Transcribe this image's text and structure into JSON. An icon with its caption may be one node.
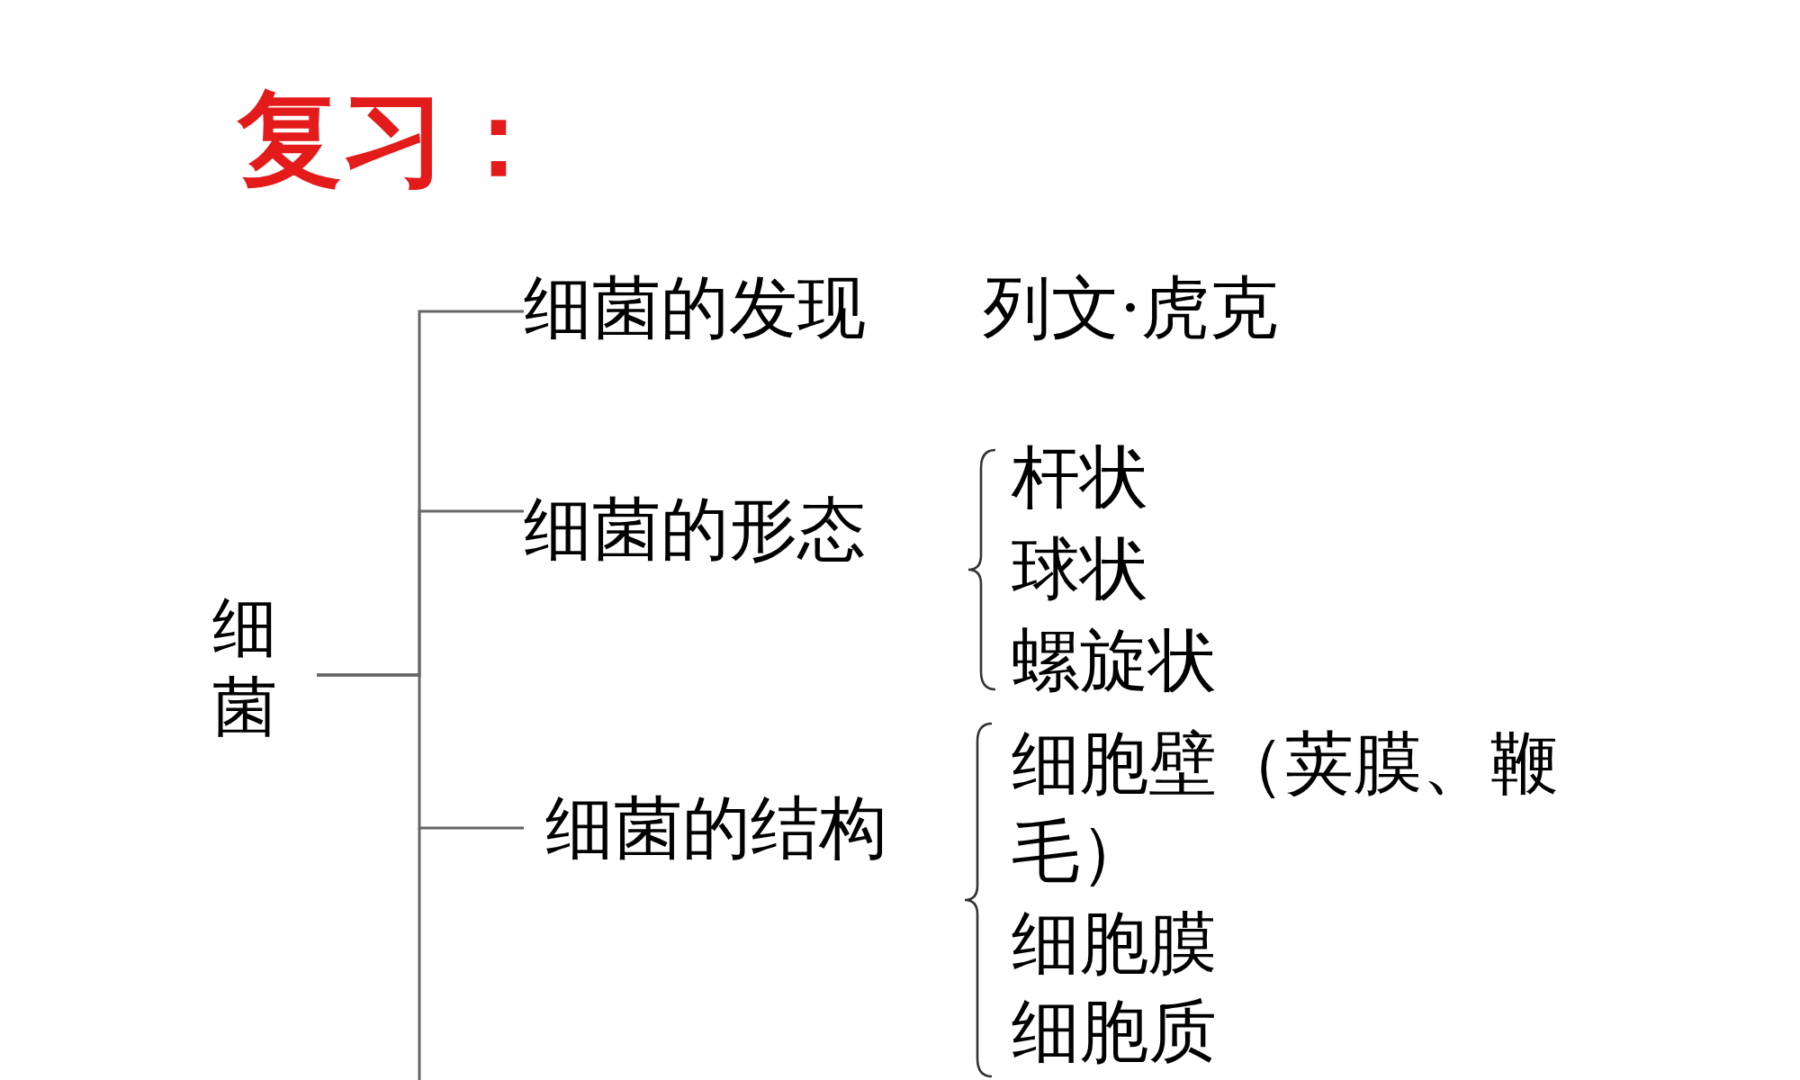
{
  "diagram": {
    "title": "复习：",
    "nodes": [
      {
        "text": [
          "细菌"
        ]
      },
      {
        "text": [
          "细菌的发现"
        ],
        "beside": [
          "列文·虎克"
        ]
      },
      {
        "text": [
          "细菌的形态"
        ]
      },
      {
        "text": [
          "细菌的结构"
        ]
      }
    ],
    "edges": [
      {
        "from": 0,
        "to": 1,
        "arrow": "none"
      },
      {
        "from": 0,
        "to": 2,
        "arrow": "none"
      },
      {
        "from": 0,
        "to": 3,
        "arrow": "none"
      }
    ],
    "labels": [
      "杆状",
      "球状",
      "螺旋状",
      "细胞壁（荚膜、鞭毛）",
      "细胞膜",
      "细胞质"
    ]
  }
}
